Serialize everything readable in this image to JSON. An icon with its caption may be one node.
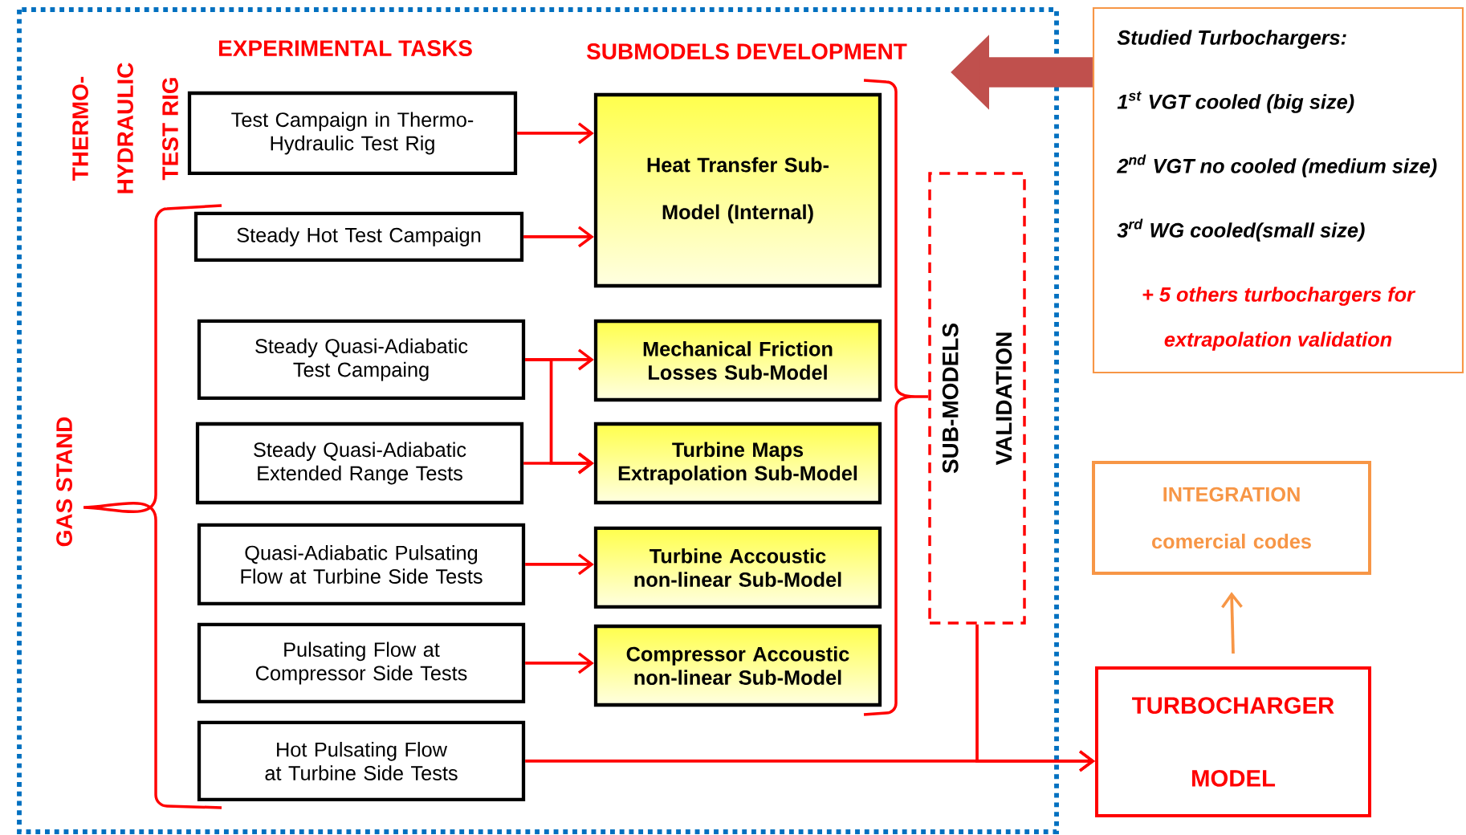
{
  "diagram": {
    "nodes": [
      {
        "text": [
          "Test Campaign in Thermo-Hydraulic Test Rig"
        ]
      },
      {
        "text": [
          "Steady Hot Test Campaign"
        ]
      },
      {
        "text": [
          "Steady Quasi-Adiabatic Test Campaing"
        ]
      },
      {
        "text": [
          "Steady Quasi-Adiabatic Extended Range Tests"
        ]
      },
      {
        "text": [
          "Quasi-Adiabatic Pulsating Flow at Turbine Side Tests"
        ]
      },
      {
        "text": [
          "Pulsating Flow at Compressor Side Tests"
        ]
      },
      {
        "text": [
          "Hot Pulsating Flow at Turbine Side Tests"
        ]
      },
      {
        "text": [
          "Heat Transfer Sub-Model (Internal)"
        ]
      },
      {
        "text": [
          "Mechanical Friction Losses Sub-Model"
        ]
      },
      {
        "text": [
          "Turbine Maps Extrapolation Sub-Model"
        ]
      },
      {
        "text": [
          "Turbine Accoustic non-linear Sub-Model"
        ]
      },
      {
        "text": [
          "Compressor Accoustic non-linear Sub-Model"
        ]
      },
      {
        "text": [
          "SUB-MODELS VALIDATION"
        ]
      },
      {
        "text": [
          "Studied Turbochargers:",
          "1$^{st}$  VGT cooled (big size)",
          "2$^{nd}$ VGT no cooled (medium size)",
          "3$^{rd}$  WG cooled(small size)",
          "+ 5 others turbochargers for extrapolation validation"
        ]
      },
      {
        "text": [
          "INTEGRATION  comercial codes"
        ]
      },
      {
        "text": [
          "TURBOCHARGER MODEL"
        ]
      }
    ],
    "edges": [
      {
        "from": 0,
        "to": 7,
        "arrow": "to"
      },
      {
        "from": 1,
        "to": 7,
        "arrow": "to"
      },
      {
        "from": 2,
        "to": 8,
        "arrow": "to"
      },
      {
        "from": 2,
        "to": 9,
        "arrow": "to"
      },
      {
        "from": 3,
        "to": 9,
        "arrow": "to"
      },
      {
        "from": 4,
        "to": 10,
        "arrow": "to"
      },
      {
        "from": 5,
        "to": 11,
        "arrow": "to"
      },
      {
        "from": 6,
        "to": 15,
        "arrow": "to"
      },
      {
        "from": 12,
        "to": 15,
        "arrow": "to"
      },
      {
        "from": 15,
        "to": 14,
        "arrow": "to",
        "color": "#f79646"
      },
      {
        "from": 13,
        "to": null,
        "arrow": "to",
        "style": "thick",
        "color": "#c0504d"
      }
    ],
    "labels": [
      "EXPERIMENTAL TASKS",
      "SUBMODELS DEVELOPMENT",
      "THERMO- HYDRAULIC TEST RIG",
      "GAS STAND"
    ]
  }
}
